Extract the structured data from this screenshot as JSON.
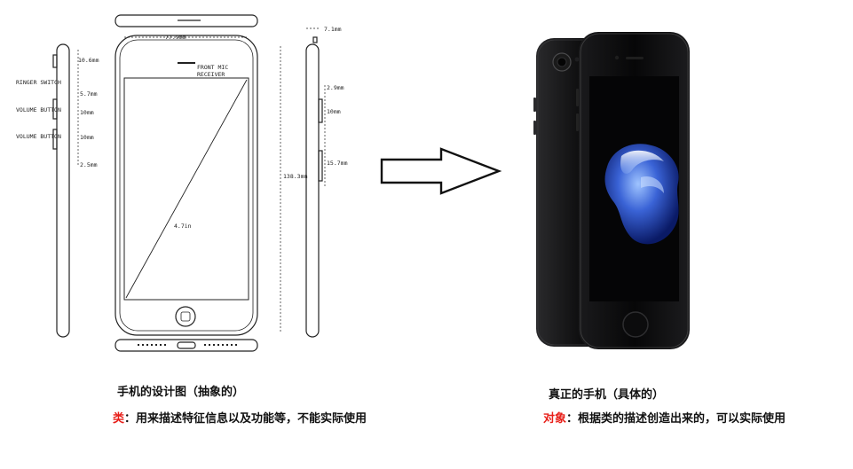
{
  "blueprint": {
    "dims": {
      "width": "77.9mm",
      "depth": "7.1mm",
      "height": "138.3mm",
      "top_to_switch": "10.6mm",
      "switch_gap": "5.7mm",
      "vol_up": "10mm",
      "vol_down": "10mm",
      "bottom_gap": "2.5mm",
      "side_top": "2.9mm",
      "side_btn": "10mm",
      "side_btn2": "15.7mm",
      "diagonal": "4.7in"
    },
    "labels": {
      "ringer": "RINGER SWITCH",
      "vol_up": "VOLUME BUTTON",
      "vol_down": "VOLUME BUTTON",
      "front_mic": "FRONT MIC",
      "receiver": "RECEIVER"
    }
  },
  "captions": {
    "left": {
      "title": "手机的设计图（抽象的）",
      "term": "类",
      "desc": "：用来描述特征信息以及功能等，不能实际使用"
    },
    "right": {
      "title": "真正的手机（具体的）",
      "term": "对象",
      "desc": "：根据类的描述创造出来的，可以实际使用"
    }
  },
  "colors": {
    "term_accent": "#e8201a",
    "phone_body": "#0b0b0c"
  }
}
